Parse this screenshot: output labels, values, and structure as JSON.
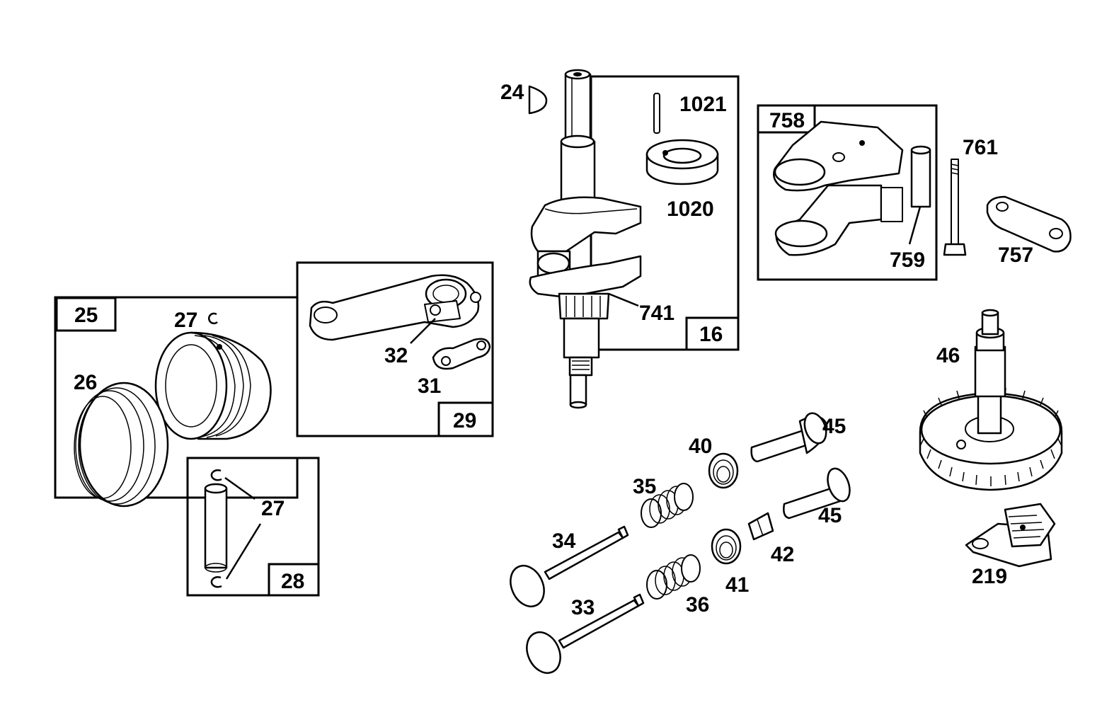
{
  "diagram": {
    "labels": {
      "p24": "24",
      "p1021": "1021",
      "p1020": "1020",
      "p741": "741",
      "p16": "16",
      "p758": "758",
      "p761": "761",
      "p759": "759",
      "p757": "757",
      "p25": "25",
      "p27a": "27",
      "p26": "26",
      "p32": "32",
      "p31": "31",
      "p29": "29",
      "p27b": "27",
      "p28": "28",
      "p46": "46",
      "p45a": "45",
      "p45b": "45",
      "p40": "40",
      "p35": "35",
      "p34": "34",
      "p42": "42",
      "p41": "41",
      "p36": "36",
      "p33": "33",
      "p219": "219"
    }
  }
}
